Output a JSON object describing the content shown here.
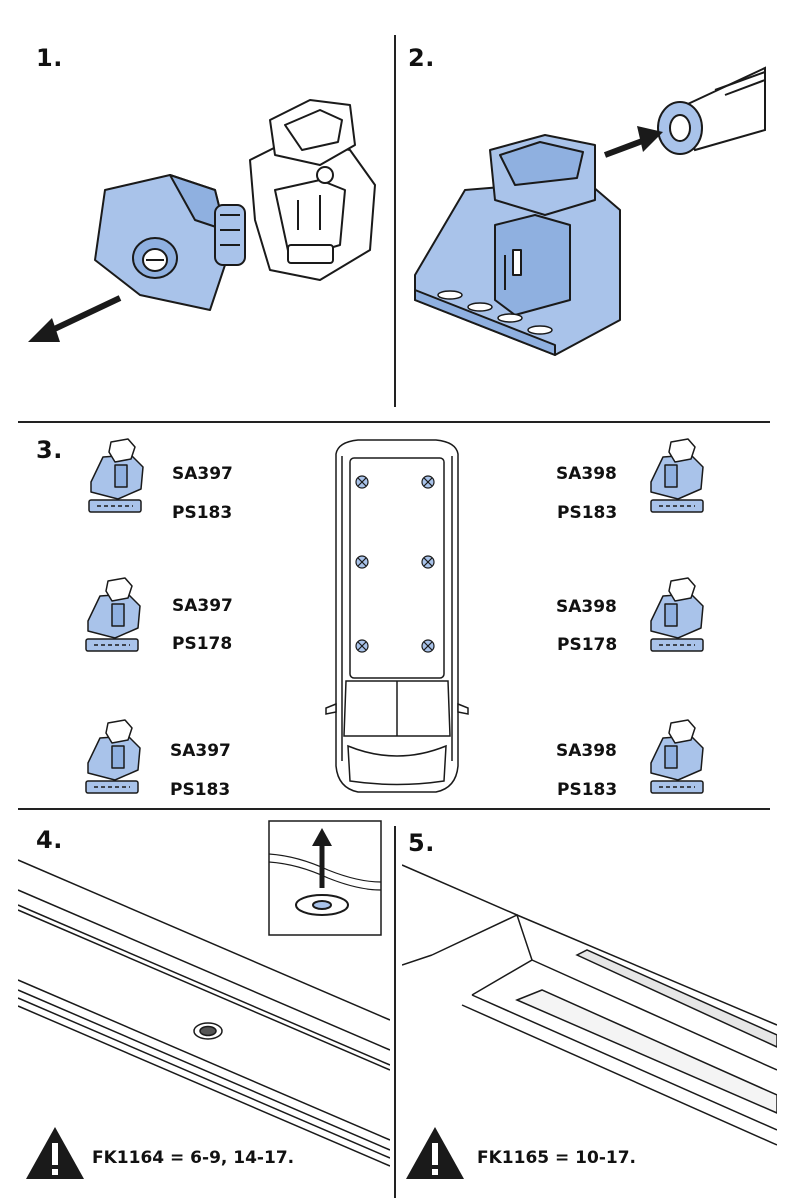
{
  "steps": {
    "s1": "1.",
    "s2": "2.",
    "s3": "3.",
    "s4": "4.",
    "s5": "5."
  },
  "step3": {
    "left": [
      {
        "foot": "SA397",
        "pad": "PS183"
      },
      {
        "foot": "SA397",
        "pad": "PS178"
      },
      {
        "foot": "SA397",
        "pad": "PS183"
      }
    ],
    "right": [
      {
        "foot": "SA398",
        "pad": "PS183"
      },
      {
        "foot": "SA398",
        "pad": "PS178"
      },
      {
        "foot": "SA398",
        "pad": "PS183"
      }
    ]
  },
  "warnings": {
    "step4": "FK1164 = 6-9, 14-17.",
    "step5": "FK1165 = 10-17."
  },
  "colors": {
    "part_blue": "#a9c3ea",
    "line": "#1a1a1a"
  },
  "icons": {
    "warning": "warning-triangle-icon",
    "arrow": "direction-arrow-icon"
  }
}
